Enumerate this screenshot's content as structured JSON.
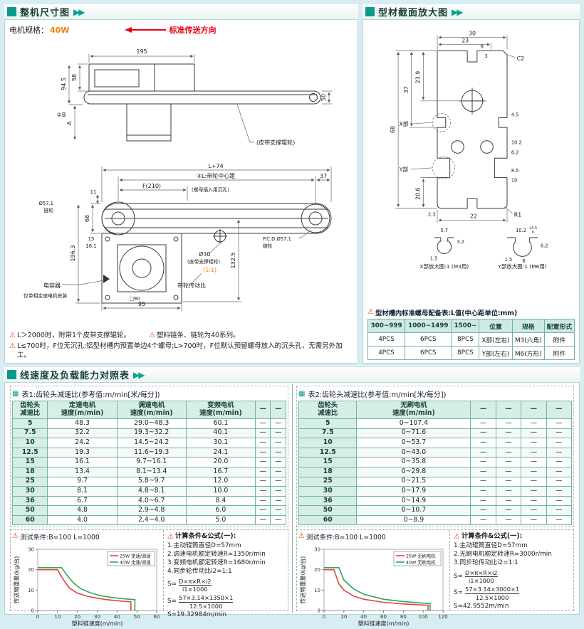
{
  "page": {
    "bg": "#d8ecf3",
    "accent": "#0a9a8a",
    "orange": "#f08300",
    "red": "#e60012"
  },
  "icons": {
    "warn": "⚠",
    "table": "▦",
    "arrows": "▶▶"
  },
  "dim_panel": {
    "title": "整机尺寸图",
    "motor_label": "电机规格：",
    "motor_value": "40W",
    "direction_label": "标准传送方向",
    "d1": {
      "w195": "195",
      "h58": "58",
      "h945": "94.5",
      "hB": "②B",
      "hA": "A",
      "h50": "50",
      "belt_roller": "(皮带支撑辊轮)"
    },
    "d2": {
      "l74": "L+74",
      "lcc": "③L:带轮中心距",
      "d37": "37",
      "f210": "F(210)",
      "nut_hole": "(螺母插入用沉孔)",
      "d11": "11",
      "d68": "68",
      "sprocket": "Ø57.1",
      "sprocket2": "链轮",
      "d1963": "196.3",
      "d15": "15",
      "d161": "16.1",
      "d1325": "132.5",
      "pcd": "P.C.D.Ø57.1",
      "pcd2": "链轮",
      "d30": "Ø30",
      "d30b": "(皮带支撑辊轮)",
      "ratio": "(1:1)",
      "sq90": "□90",
      "d95": "95",
      "pulley_ratio": "带轮传动比",
      "capacitor": "电容器",
      "capacitor2": "仅单相定速电机安装"
    },
    "notes": [
      "L＞2000时，附带1个皮带支撑辊轮。",
      "塑料链条、链轮为40系列。",
      "L≤700时，F位无沉孔;铝型材槽内预置单边4个螺母;L>700时，F位默认预留螺母放入的沉头孔，无需另外加工。"
    ]
  },
  "profile_panel": {
    "title": "型材截面放大图",
    "cs": {
      "d30": "30",
      "d23": "23",
      "d8": "8",
      "d3": "3",
      "c2": "C2",
      "d239": "23.9",
      "d37": "37",
      "d68": "68",
      "xpart": "X部",
      "ypart": "Y部",
      "d45": "4.5",
      "d102": "10.2",
      "d62": "6.2",
      "d85": "8.5",
      "d10": "10",
      "d206": "20.6",
      "d23b": "2.3",
      "d22": "22",
      "r1": "R1",
      "x_d57": "5.7",
      "x_d32": "3.2",
      "x_d15": "1.5",
      "y_d102": "10.2",
      "y_tol_top": "+0.5",
      "y_tol_bot": "0",
      "y_d62": "6.2",
      "y_d15": "1.5",
      "y_d6": "6",
      "x_caption": "X部放大图:1 (M3用)",
      "y_caption": "Y部放大图:1 (M6用)"
    },
    "nut_table": {
      "title": "型材槽内标准螺母配备表:L值(中心距单位:mm)",
      "head": [
        "300~999",
        "1000~1499",
        "1500~",
        "位置",
        "规格",
        "配置形式"
      ],
      "rows": [
        [
          "4PCS",
          "6PCS",
          "8PCS",
          "X部(左右)",
          "M3(六角)",
          "附件"
        ],
        [
          "4PCS",
          "6PCS",
          "8PCS",
          "Y部(左右)",
          "M6(方形)",
          "附件"
        ]
      ]
    }
  },
  "speed_section": {
    "title": "线速度及负载能力对照表",
    "table1": {
      "caption": "表1:齿轮头减速比(参考值:m/min[米/每分])",
      "head": [
        [
          "齿轮头",
          "减速比"
        ],
        [
          "定速电机",
          "速度(m/min)"
        ],
        [
          "调速电机",
          "速度(m/min)"
        ],
        [
          "变频电机",
          "速度(m/min)"
        ],
        [
          "—"
        ],
        [
          "—"
        ]
      ],
      "rows": [
        [
          "5",
          "48.3",
          "29.0~48.3",
          "60.1",
          "—",
          "—"
        ],
        [
          "7.5",
          "32.2",
          "19.3~32.2",
          "40.1",
          "—",
          "—"
        ],
        [
          "10",
          "24.2",
          "14.5~24.2",
          "30.1",
          "—",
          "—"
        ],
        [
          "12.5",
          "19.3",
          "11.6~19.3",
          "24.1",
          "—",
          "—"
        ],
        [
          "15",
          "16.1",
          "9.7~16.1",
          "20.0",
          "—",
          "—"
        ],
        [
          "18",
          "13.4",
          "8.1~13.4",
          "16.7",
          "—",
          "—"
        ],
        [
          "25",
          "9.7",
          "5.8~9.7",
          "12.0",
          "—",
          "—"
        ],
        [
          "30",
          "8.1",
          "4.8~8.1",
          "10.0",
          "—",
          "—"
        ],
        [
          "36",
          "6.7",
          "4.0~6.7",
          "8.4",
          "—",
          "—"
        ],
        [
          "50",
          "4.8",
          "2.9~4.8",
          "6.0",
          "—",
          "—"
        ],
        [
          "60",
          "4.0",
          "2.4~4.0",
          "5.0",
          "—",
          "—"
        ]
      ]
    },
    "table2": {
      "caption": "表2:齿轮头减速比(参考值:m/min[米/每分])",
      "head": [
        [
          "齿轮头",
          "减速比"
        ],
        [
          "无刷电机",
          "速度(m/min)"
        ],
        [
          "—"
        ],
        [
          "—"
        ],
        [
          "—"
        ],
        [
          "—"
        ]
      ],
      "rows": [
        [
          "5",
          "0~107.4",
          "—",
          "—",
          "—",
          "—"
        ],
        [
          "7.5",
          "0~71.6",
          "—",
          "—",
          "—",
          "—"
        ],
        [
          "10",
          "0~53.7",
          "—",
          "—",
          "—",
          "—"
        ],
        [
          "12.5",
          "0~43.0",
          "—",
          "—",
          "—",
          "—"
        ],
        [
          "15",
          "0~35.8",
          "—",
          "—",
          "—",
          "—"
        ],
        [
          "18",
          "0~29.8",
          "—",
          "—",
          "—",
          "—"
        ],
        [
          "25",
          "0~21.5",
          "—",
          "—",
          "—",
          "—"
        ],
        [
          "30",
          "0~17.9",
          "—",
          "—",
          "—",
          "—"
        ],
        [
          "36",
          "0~14.9",
          "—",
          "—",
          "—",
          "—"
        ],
        [
          "50",
          "0~10.7",
          "—",
          "—",
          "—",
          "—"
        ],
        [
          "60",
          "0~8.9",
          "—",
          "—",
          "—",
          "—"
        ]
      ]
    },
    "test1": "测试条件:B=100  L=1000",
    "test2": "测试条件:B=100  L=1000",
    "calc1": {
      "title": "计算条件&公式(一):",
      "items": [
        "1.主动辊筒直径D=57mm",
        "2.调速电机额定转速R=1350r/min",
        "3.变频电机额定转速R=1680r/min",
        "4.同步轮传动比i2=1:1"
      ],
      "s": "S=",
      "f1n": "D×π×R×i2",
      "f1d": "i1×1000",
      "f2n": "57×3.14×1350×1",
      "f2d": "12.5×1000",
      "result": "S=19.32984m/min"
    },
    "calc2": {
      "title": "计算条件&公式(一):",
      "items": [
        "1.主动辊筒直径D=57mm",
        "2.无刷电机额定转速R=3000r/min",
        "3.同步轮传动比i2=1:1"
      ],
      "s": "S=",
      "f1n": "D×π×R×i2",
      "f1d": "i1×1000",
      "f2n": "57×3.14×3000×1",
      "f2d": "12.5×1000",
      "result": "S=42.9552m/min"
    }
  },
  "chart_data": [
    {
      "type": "line",
      "title": "",
      "xlabel": "塑料链速度(m/min)",
      "ylabel": "传送物重量(kg/台)",
      "xlim": [
        0,
        60
      ],
      "ylim": [
        0,
        30
      ],
      "xticks": [
        0,
        10,
        20,
        30,
        40,
        50,
        60
      ],
      "yticks": [
        0,
        10,
        20,
        30
      ],
      "grid": false,
      "legend_position": "top-right",
      "series": [
        {
          "name": "25W 定速/调速",
          "color": "#e8433d",
          "points": [
            [
              0,
              20
            ],
            [
              10,
              20
            ],
            [
              13,
              15
            ],
            [
              16,
              11
            ],
            [
              20,
              8.5
            ],
            [
              25,
              7
            ],
            [
              30,
              6
            ],
            [
              35,
              5.3
            ],
            [
              40,
              4.8
            ],
            [
              45,
              4.4
            ],
            [
              47,
              4.3
            ],
            [
              47,
              0
            ]
          ]
        },
        {
          "name": "40W 定速/调速",
          "color": "#27a95c",
          "points": [
            [
              0,
              21
            ],
            [
              12,
              21
            ],
            [
              15,
              17
            ],
            [
              18,
              13.5
            ],
            [
              22,
              10.5
            ],
            [
              27,
              8.5
            ],
            [
              32,
              7.2
            ],
            [
              38,
              6.3
            ],
            [
              44,
              5.7
            ],
            [
              49,
              5.3
            ],
            [
              49,
              0
            ]
          ]
        }
      ]
    },
    {
      "type": "line",
      "title": "",
      "xlabel": "塑料链速度(m/min)",
      "ylabel": "传送物重量(kg/台)",
      "xlim": [
        0,
        120
      ],
      "ylim": [
        0,
        30
      ],
      "xticks": [
        0,
        20,
        40,
        60,
        80,
        100,
        120
      ],
      "yticks": [
        0,
        10,
        20,
        30
      ],
      "grid": false,
      "legend_position": "top-right",
      "series": [
        {
          "name": "25W 无刷电机",
          "color": "#e8433d",
          "points": [
            [
              0,
              20
            ],
            [
              10,
              20
            ],
            [
              15,
              13
            ],
            [
              20,
              10
            ],
            [
              30,
              7
            ],
            [
              40,
              5.5
            ],
            [
              60,
              4
            ],
            [
              80,
              3.2
            ],
            [
              100,
              2.7
            ],
            [
              105,
              2.6
            ],
            [
              105,
              0
            ]
          ]
        },
        {
          "name": "40W 无刷电机",
          "color": "#27a95c",
          "points": [
            [
              0,
              21
            ],
            [
              15,
              21
            ],
            [
              20,
              15
            ],
            [
              30,
              10.5
            ],
            [
              40,
              8
            ],
            [
              60,
              5.5
            ],
            [
              80,
              4.4
            ],
            [
              100,
              3.6
            ],
            [
              107,
              3.4
            ],
            [
              107,
              0
            ]
          ]
        }
      ]
    }
  ]
}
